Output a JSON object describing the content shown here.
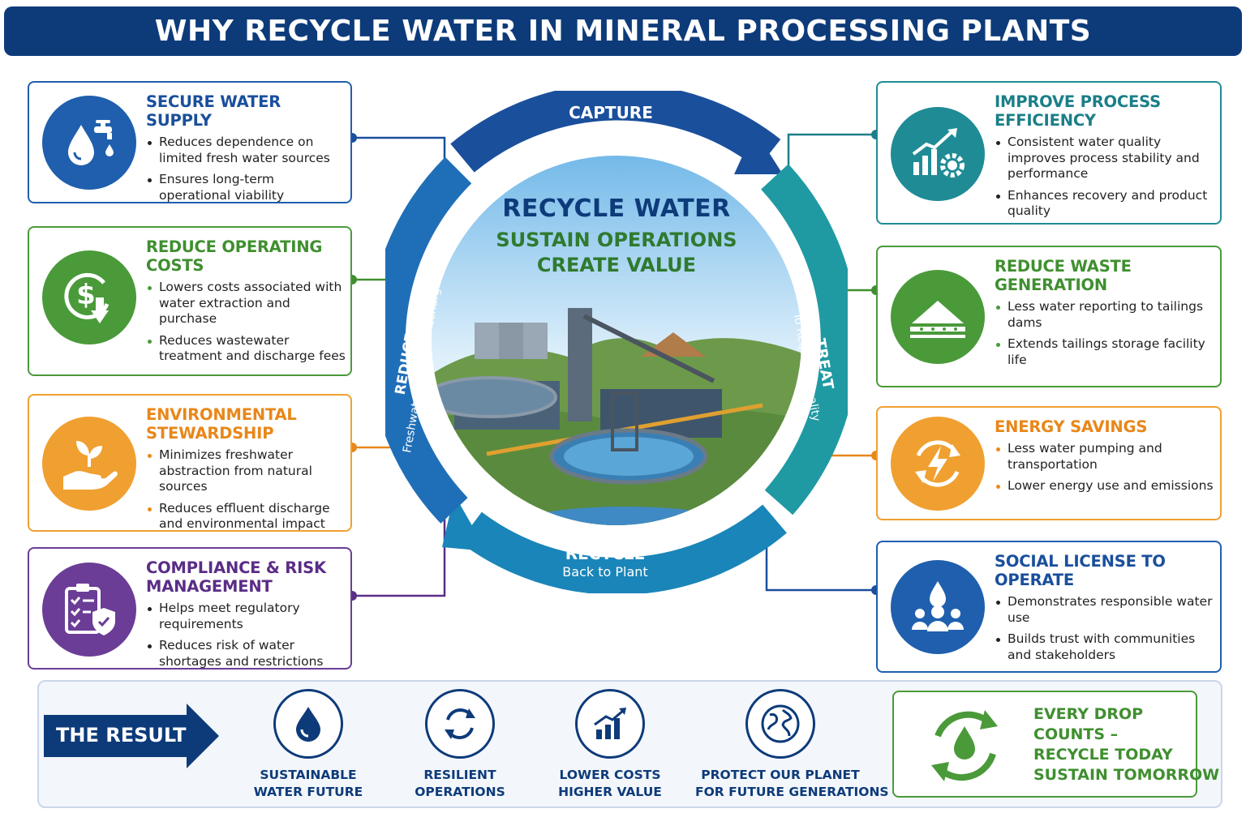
{
  "title": "WHY RECYCLE WATER IN MINERAL PROCESSING PLANTS",
  "center": {
    "line1": "RECYCLE  WATER",
    "line2": "SUSTAIN OPERATIONS",
    "line3": "CREATE VALUE"
  },
  "cycle": {
    "capture": {
      "title": "CAPTURE",
      "subtitle": "Process Water"
    },
    "treat": {
      "title": "TREAT",
      "subtitle": "To Required Quality"
    },
    "recycle": {
      "title": "RECYCLE",
      "subtitle": "Back to Plant"
    },
    "reduce": {
      "title": "REDUCE",
      "subtitle": "Freshwater Intake & Discharge"
    }
  },
  "left_cards": [
    {
      "title": "SECURE WATER SUPPLY",
      "icon": "water-tap-icon",
      "color": "#1f5fae",
      "bullets": [
        "Reduces dependence on limited fresh water sources",
        "Ensures long-term operational viability"
      ]
    },
    {
      "title": "REDUCE OPERATING COSTS",
      "icon": "dollar-down-icon",
      "color": "#4a9a3a",
      "bullets": [
        "Lowers costs associated with water extraction and purchase",
        "Reduces wastewater treatment and discharge fees"
      ]
    },
    {
      "title": "ENVIRONMENTAL STEWARDSHIP",
      "icon": "hand-plant-icon",
      "color": "#f0a030",
      "bullets": [
        "Minimizes freshwater abstraction from natural sources",
        "Reduces effluent discharge and environmental impact"
      ]
    },
    {
      "title": "COMPLIANCE & RISK MANAGEMENT",
      "icon": "clipboard-shield-icon",
      "color": "#6b3d96",
      "bullets": [
        "Helps meet regulatory requirements",
        "Reduces risk of water shortages and restrictions"
      ]
    }
  ],
  "right_cards": [
    {
      "title": "IMPROVE PROCESS EFFICIENCY",
      "icon": "chart-gear-icon",
      "color": "#1f8c95",
      "bullets": [
        "Consistent water quality improves process stability and performance",
        "Enhances recovery and product quality"
      ]
    },
    {
      "title": "REDUCE WASTE GENERATION",
      "icon": "tailings-pile-icon",
      "color": "#4a9a3a",
      "bullets": [
        "Less water reporting to tailings dams",
        "Extends tailings storage facility life"
      ]
    },
    {
      "title": "ENERGY SAVINGS",
      "icon": "energy-cycle-icon",
      "color": "#f0a030",
      "bullets": [
        "Less water pumping and transportation",
        "Lower energy use and emissions"
      ]
    },
    {
      "title": "SOCIAL LICENSE TO OPERATE",
      "icon": "community-drop-icon",
      "color": "#1f5fae",
      "bullets": [
        "Demonstrates responsible water use",
        "Builds trust with communities and stakeholders"
      ]
    }
  ],
  "result": {
    "label": "THE RESULT",
    "items": [
      {
        "line1": "SUSTAINABLE",
        "line2": "WATER FUTURE",
        "icon": "water-drop-icon"
      },
      {
        "line1": "RESILIENT",
        "line2": "OPERATIONS",
        "icon": "recycle-arrows-icon"
      },
      {
        "line1": "LOWER COSTS",
        "line2": "HIGHER VALUE",
        "icon": "growth-chart-icon"
      },
      {
        "line1": "PROTECT OUR PLANET",
        "line2": "FOR FUTURE GENERATIONS",
        "icon": "globe-icon"
      }
    ],
    "slogan": [
      "EVERY DROP",
      "COUNTS –",
      "RECYCLE TODAY",
      "SUSTAIN TOMORROW"
    ]
  }
}
